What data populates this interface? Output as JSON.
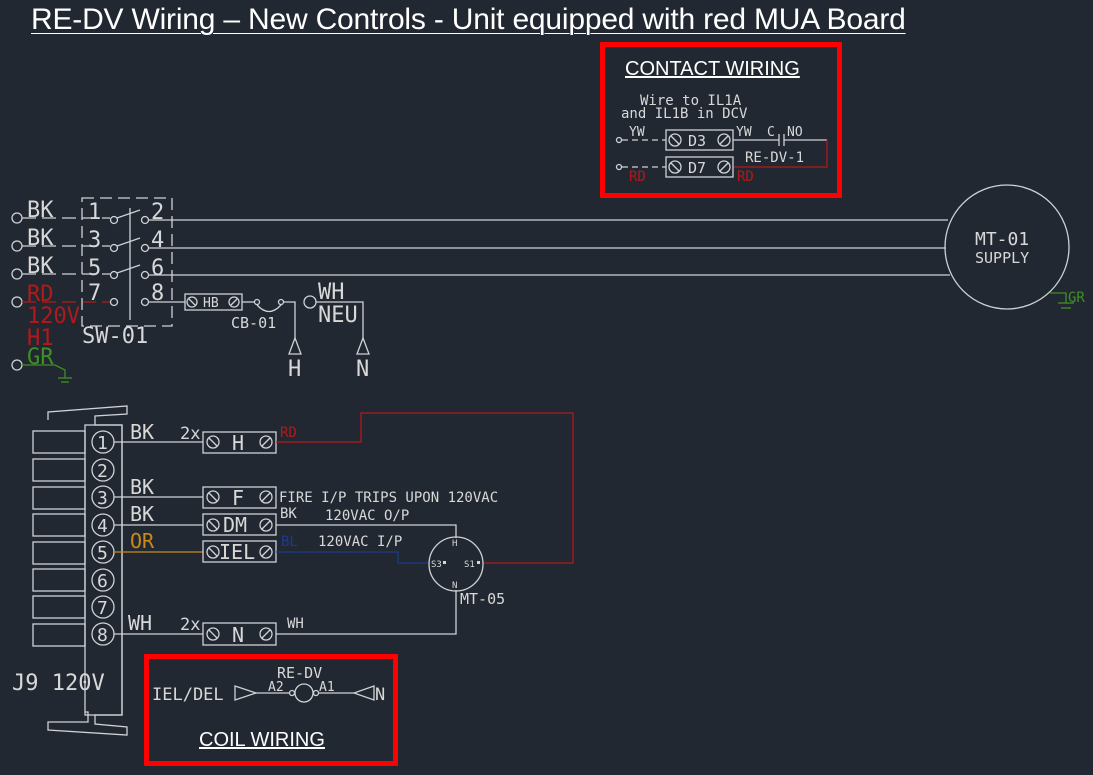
{
  "title": "RE-DV Wiring – New Controls - Unit equipped with red MUA Board",
  "colors": {
    "background": "#222831",
    "wire_white": "#cfd2d6",
    "wire_red": "#b01a1a",
    "wire_blue": "#1c3a8c",
    "wire_orange": "#c98a1a",
    "wire_green": "#3f8f23",
    "highlight_box": "#ff0000"
  },
  "contact_wiring": {
    "heading": "CONTACT WIRING",
    "note_line1": "Wire to IL1A",
    "note_line2": "and IL1B in DCV",
    "wire_top_left": "YW",
    "terminal_top": "D3",
    "wire_top_right": "YW",
    "contact_c": "C",
    "contact_no": "NO",
    "relay_label": "RE-DV-1",
    "terminal_bottom": "D7",
    "wire_bottom_left": "RD",
    "wire_bottom_right": "RD"
  },
  "switch": {
    "label": "SW-01",
    "wires": [
      "BK",
      "BK",
      "BK",
      "RD"
    ],
    "supply_lines": [
      "120V",
      "H1"
    ],
    "ground": "GR",
    "poles_left": [
      "1",
      "3",
      "5",
      "7"
    ],
    "poles_right": [
      "2",
      "4",
      "6",
      "8"
    ],
    "fuse_label": "HB",
    "breaker_label": "CB-01",
    "neutral_wire": "WH",
    "neutral_label": "NEU",
    "hot_arrow": "H",
    "neutral_arrow": "N"
  },
  "motor_supply": {
    "line1": "MT-01",
    "line2": "SUPPLY",
    "ground": "GR"
  },
  "j9": {
    "label": "J9 120V",
    "pins": [
      "1",
      "2",
      "3",
      "4",
      "5",
      "6",
      "7",
      "8"
    ],
    "wires": {
      "pin1": "BK",
      "pin1_mult": "2x",
      "pin3": "BK",
      "pin4": "BK",
      "pin5": "OR",
      "pin8": "WH",
      "pin8_mult": "2x"
    },
    "terminals": [
      "H",
      "F",
      "DM",
      "IEL",
      "N"
    ],
    "right_wires": {
      "h_out": "RD",
      "dm_out": "BK",
      "iel_out": "BL",
      "n_out": "WH"
    },
    "notes": {
      "fire": "FIRE I/P TRIPS UPON 120VAC",
      "dm": "120VAC O/P",
      "iel": "120VAC I/P"
    }
  },
  "motor_05": {
    "label": "MT-05",
    "pin_h": "H",
    "pin_n": "N",
    "pin_s3": "S3",
    "pin_s1": "S1"
  },
  "coil_wiring": {
    "heading": "COIL WIRING",
    "relay_label": "RE-DV",
    "left": "IEL/DEL",
    "a2": "A2",
    "a1": "A1",
    "right": "N"
  }
}
